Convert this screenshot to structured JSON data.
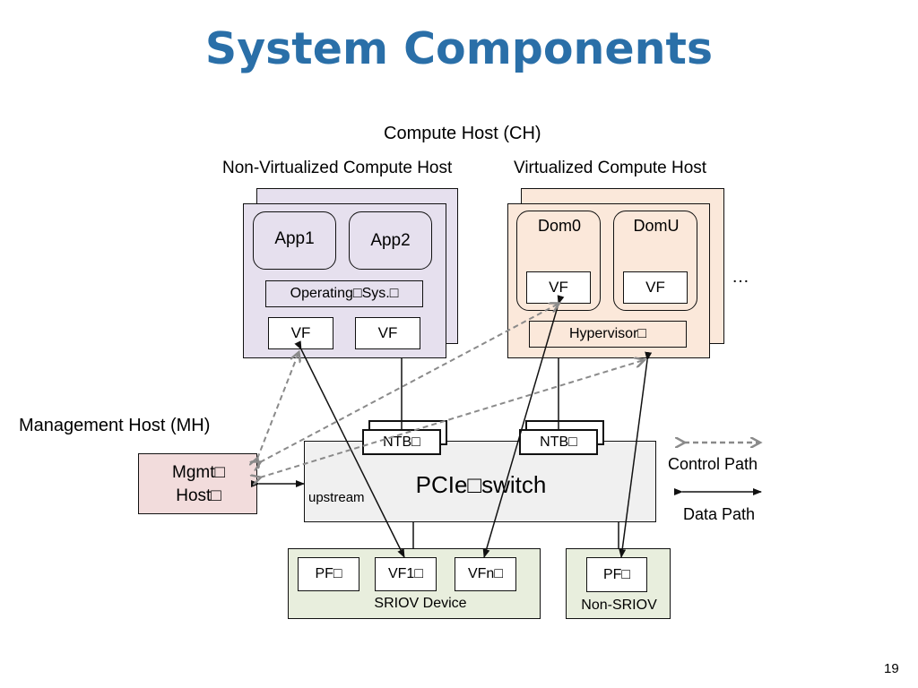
{
  "title": "System Components",
  "labels": {
    "compute_host": "Compute Host (CH)",
    "non_virtualized": "Non-Virtualized Compute Host",
    "virtualized": "Virtualized Compute Host",
    "management_host": "Management Host (MH)",
    "ellipsis": "…"
  },
  "non_virt_host": {
    "app1": "App1",
    "app2": "App2",
    "os": "Operating□Sys.□",
    "vf_a": "VF",
    "vf_b": "VF"
  },
  "virt_host": {
    "dom0": "Dom0",
    "domu": "DomU",
    "vf_dom0": "VF",
    "vf_domu": "VF",
    "hypervisor": "Hypervisor□"
  },
  "mgmt_host": {
    "line1": "Mgmt□",
    "line2": "Host□"
  },
  "switch": {
    "label": "PCIe□switch",
    "upstream": "upstream",
    "ntb_left": "NTB□",
    "ntb_right": "NTB□"
  },
  "sriov_device": {
    "label": "SRIOV Device",
    "pf": "PF□",
    "vf1": "VF1□",
    "vfn": "VFn□"
  },
  "non_sriov": {
    "label": "Non-SRIOV",
    "pf": "PF□"
  },
  "legend": {
    "control_path": "Control Path",
    "data_path": "Data Path"
  },
  "page_number": "19",
  "colors": {
    "title": "#2a6fa8",
    "non_virt_fill": "#e6e0ee",
    "virt_fill": "#fbe8da",
    "mgmt_fill": "#f2dcdc",
    "device_fill": "#e8eedd",
    "switch_fill": "#f0f0f0",
    "control_arrow": "#8a8a8a"
  }
}
